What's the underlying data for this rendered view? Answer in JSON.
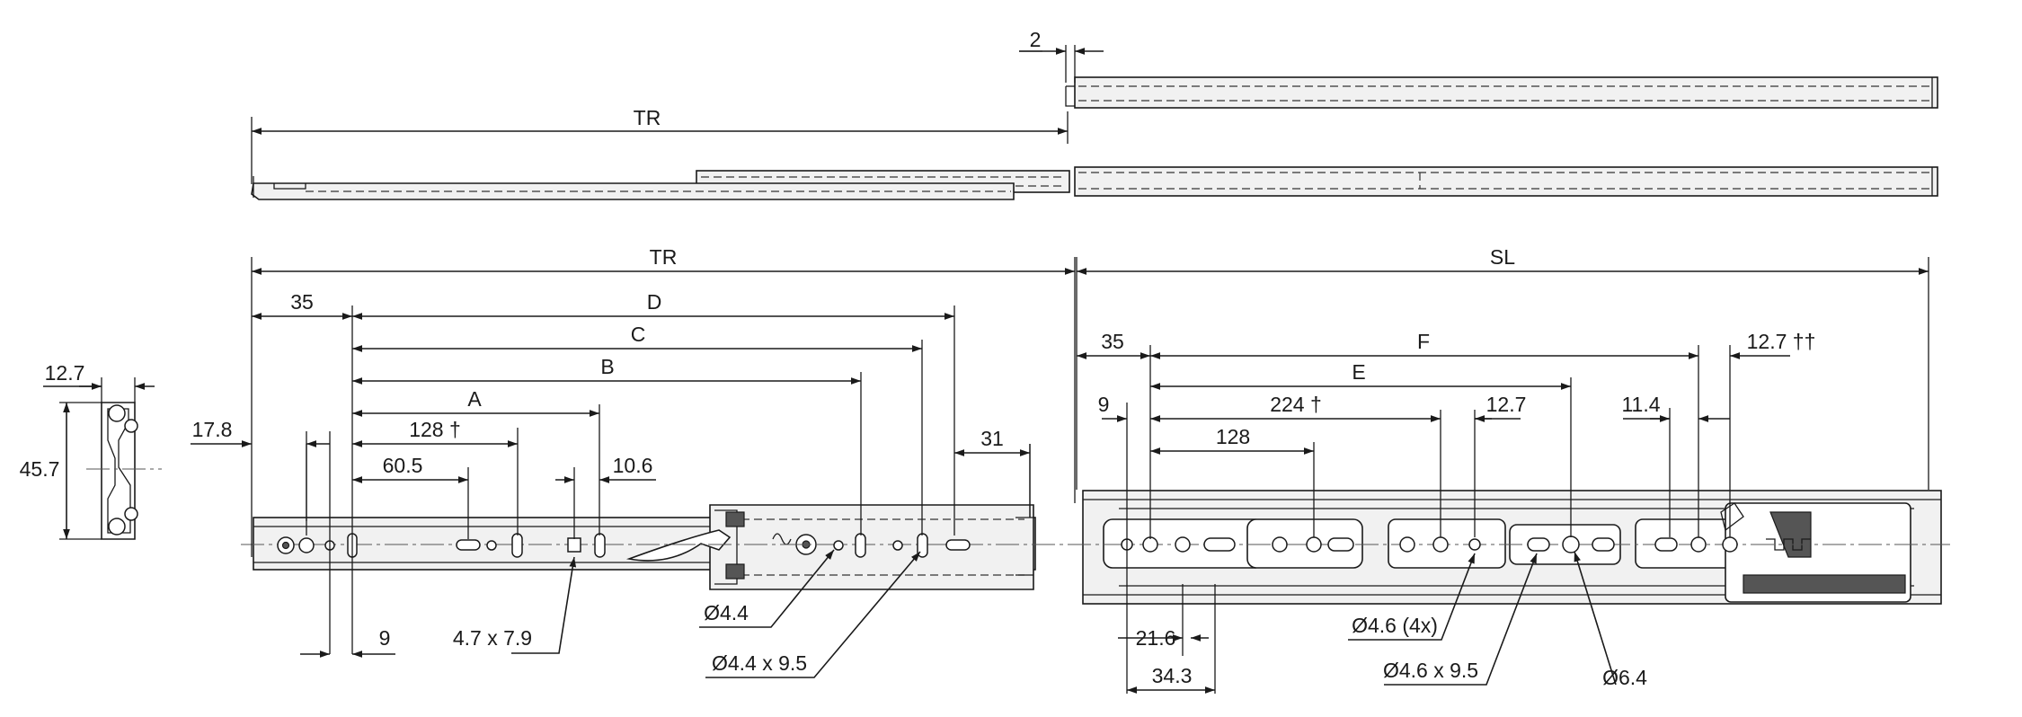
{
  "labels": {
    "gap": "2",
    "travel_top": "TR",
    "travel": "TR",
    "slide_length": "SL",
    "dim_35_left": "35",
    "dim_D": "D",
    "dim_C": "C",
    "dim_B": "B",
    "dim_A": "A",
    "dim_128_dagger": "128 †",
    "dim_60_5": "60.5",
    "dim_10_6": "10.6",
    "dim_31": "31",
    "dim_17_8": "17.8",
    "dim_9_left": "9",
    "slot_4_7x7_9": "4.7 x 7.9",
    "hole_4_4": "Ø4.4",
    "slot_4_4x9_5": "Ø4.4 x 9.5",
    "dim_35_right": "35",
    "dim_F": "F",
    "dim_E": "E",
    "dim_9_right": "9",
    "dim_224_dagger": "224 †",
    "dim_12_7": "12.7",
    "dim_128": "128",
    "dim_11_4": "11.4",
    "dim_12_7_ddagger": "12.7 ††",
    "dim_21_6": "21.6",
    "dim_34_3": "34.3",
    "hole_4_6_4x": "Ø4.6 (4x)",
    "slot_4_6x9_5": "Ø4.6 x 9.5",
    "hole_6_4": "Ø6.4",
    "section_width": "12.7",
    "section_height": "45.7"
  }
}
